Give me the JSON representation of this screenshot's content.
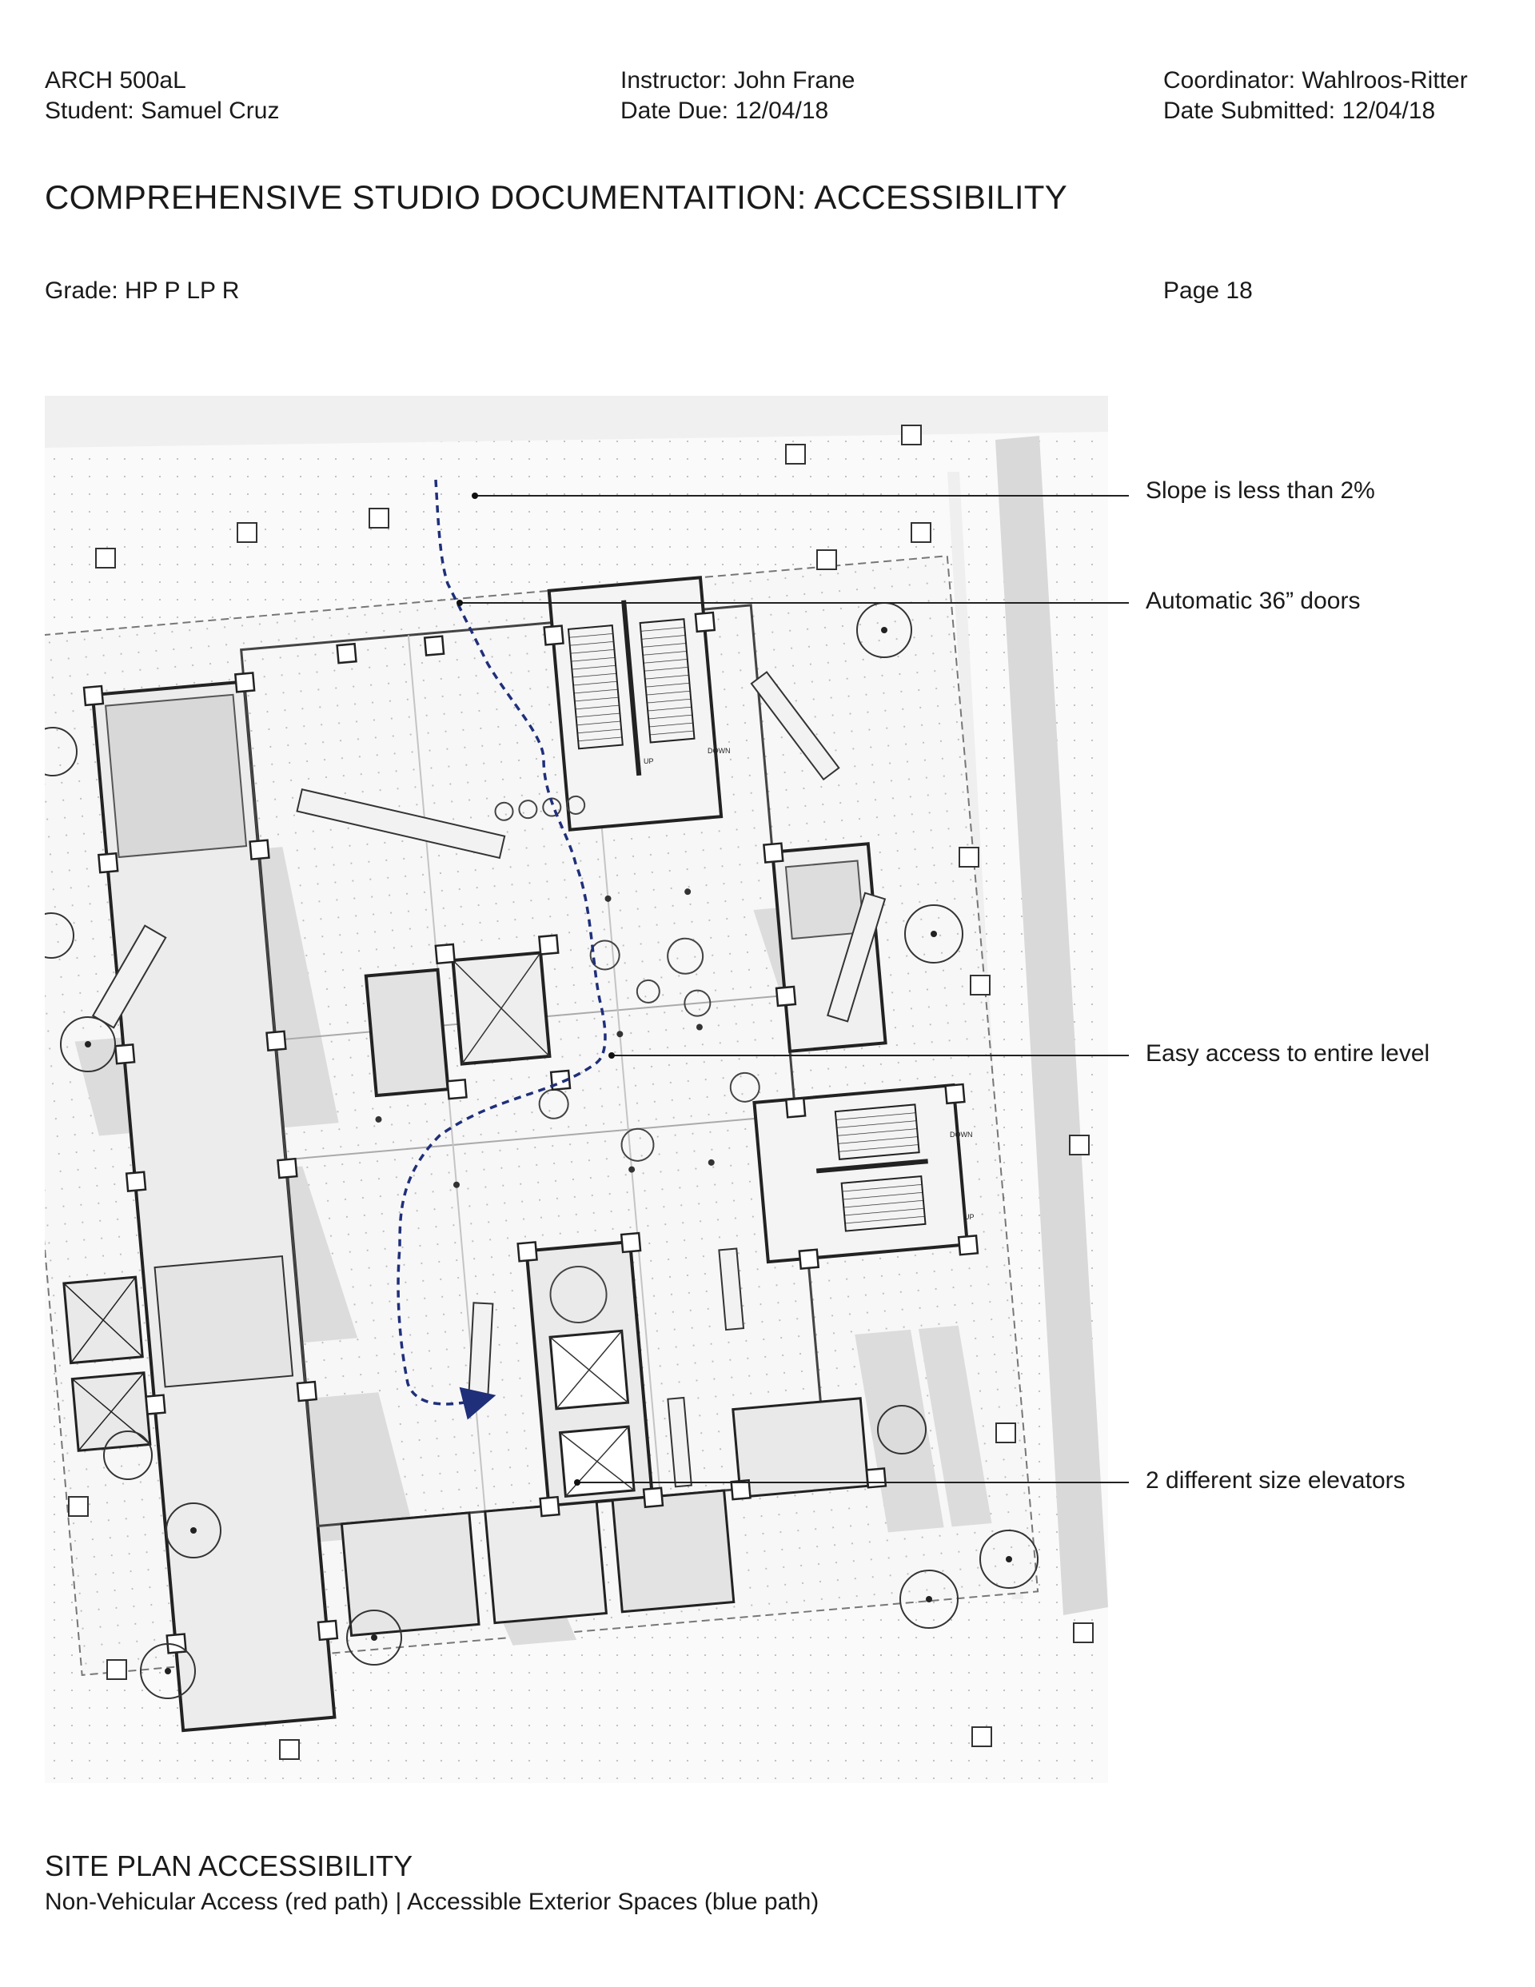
{
  "header": {
    "course": "ARCH 500aL",
    "student": "Student:  Samuel Cruz",
    "instructor": "Instructor:  John Frane",
    "date_due": "Date Due:  12/04/18",
    "coordinator": "Coordinator: Wahlroos-Ritter",
    "date_submitted": "Date Submitted: 12/04/18"
  },
  "document": {
    "title": "COMPREHENSIVE STUDIO DOCUMENTAITION: ACCESSIBILITY",
    "grade": "Grade: HP P LP R",
    "page": "Page 18"
  },
  "plan": {
    "callouts": [
      "Slope is less than 2%",
      "Automatic 36” doors",
      "Easy access to entire level",
      "2 different size elevators"
    ],
    "stair_labels": {
      "up_a": "UP",
      "down_a": "DOWN",
      "down_b": "DOWN",
      "up_b": "UP"
    },
    "colors": {
      "path": "#1f2f7a",
      "linework": "#333333",
      "shadow": "#d6d6d6",
      "paving": "#efefef"
    }
  },
  "footer": {
    "title": "SITE PLAN ACCESSIBILITY",
    "subtitle": "Non-Vehicular Access (red path) | Accessible Exterior Spaces (blue path)"
  }
}
